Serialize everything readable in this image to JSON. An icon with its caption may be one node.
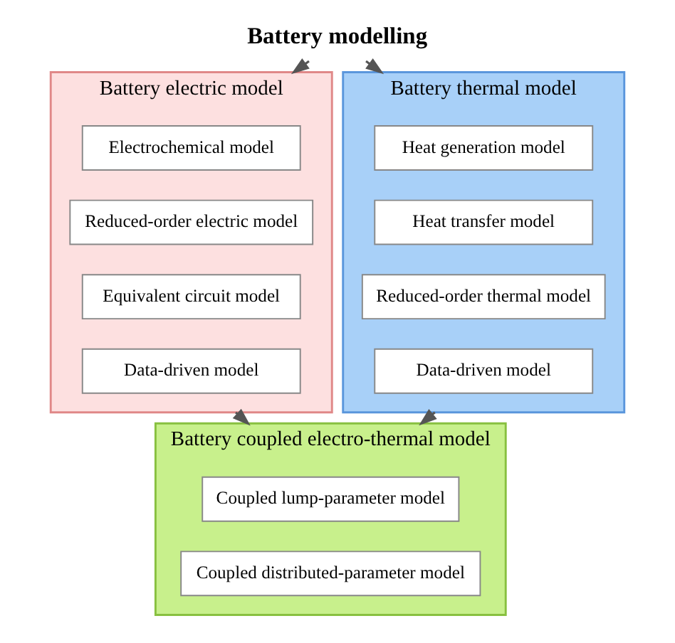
{
  "diagram": {
    "nodes": [
      {
        "text": [
          "Battery modelling"
        ]
      },
      {
        "text": [
          "Battery electric model"
        ]
      },
      {
        "text": [
          "Electrochemical model"
        ],
        "in": 1
      },
      {
        "text": [
          "Reduced-order electric model"
        ],
        "in": 1
      },
      {
        "text": [
          "Equivalent circuit model"
        ],
        "in": 1
      },
      {
        "text": [
          "Data-driven model"
        ],
        "in": 1
      },
      {
        "text": [
          "Battery thermal model"
        ]
      },
      {
        "text": [
          "Heat generation model"
        ],
        "in": 6
      },
      {
        "text": [
          "Heat transfer model"
        ],
        "in": 6
      },
      {
        "text": [
          "Reduced-order thermal model"
        ],
        "in": 6
      },
      {
        "text": [
          "Data-driven model"
        ],
        "in": 6
      },
      {
        "text": [
          "Battery coupled electro-thermal model"
        ]
      },
      {
        "text": [
          "Coupled lump-parameter model"
        ],
        "in": 11
      },
      {
        "text": [
          "Coupled distributed-parameter model"
        ],
        "in": 11
      }
    ],
    "edges": [
      {
        "from": 0,
        "to": 1,
        "arrow": "to"
      },
      {
        "from": 0,
        "to": 6,
        "arrow": "to"
      },
      {
        "from": 1,
        "to": 11,
        "arrow": "to"
      },
      {
        "from": 6,
        "to": 11,
        "arrow": "to"
      }
    ]
  }
}
